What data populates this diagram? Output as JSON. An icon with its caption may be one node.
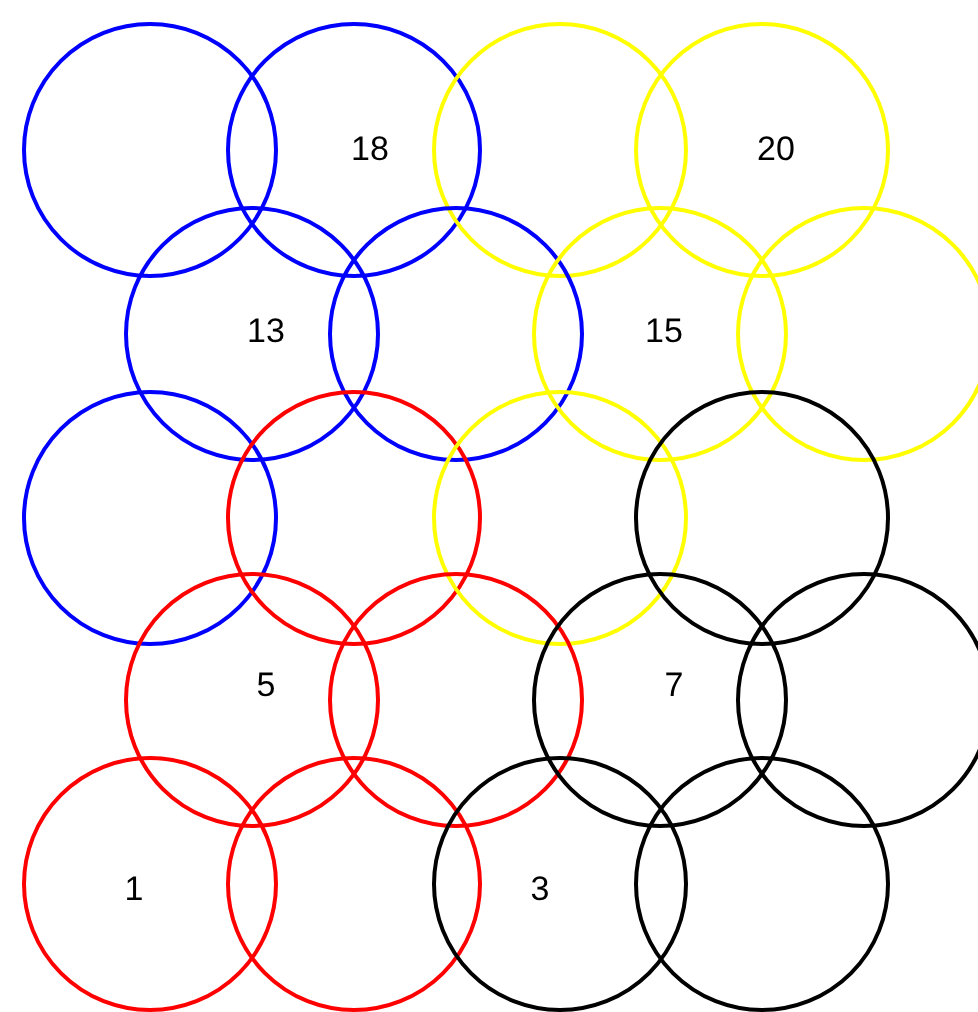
{
  "diagram": {
    "nodes": [
      {
        "text": [],
        "shape": "circle"
      },
      {
        "text": [
          "18"
        ]
      },
      {
        "text": [],
        "shape": "circle"
      },
      {
        "text": [
          "20"
        ]
      },
      {
        "text": [
          "13"
        ]
      },
      {
        "text": [],
        "shape": "circle"
      },
      {
        "text": [
          "15"
        ]
      },
      {
        "text": [],
        "shape": "circle"
      },
      {
        "text": [],
        "shape": "circle"
      },
      {
        "text": [],
        "shape": "circle"
      },
      {
        "text": [],
        "shape": "circle"
      },
      {
        "text": [],
        "shape": "circle"
      },
      {
        "text": [
          "5"
        ]
      },
      {
        "text": [],
        "shape": "circle"
      },
      {
        "text": [
          "7"
        ]
      },
      {
        "text": [],
        "shape": "circle"
      },
      {
        "text": [
          "1"
        ]
      },
      {
        "text": [],
        "shape": "circle"
      },
      {
        "text": [
          "3"
        ]
      },
      {
        "text": [],
        "shape": "circle"
      }
    ]
  }
}
